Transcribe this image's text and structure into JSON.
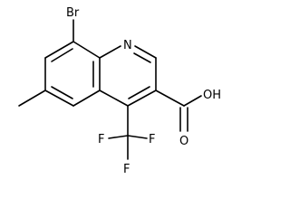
{
  "molecule": {
    "atoms": {
      "bromine": "Br",
      "ring_nitrogen": "N",
      "hydroxyl": "OH",
      "carbonyl_oxygen": "O",
      "fluorine_left": "F",
      "fluorine_right": "F",
      "fluorine_bottom": "F"
    }
  },
  "colors": {
    "ink": "#000000",
    "background": "#ffffff"
  }
}
